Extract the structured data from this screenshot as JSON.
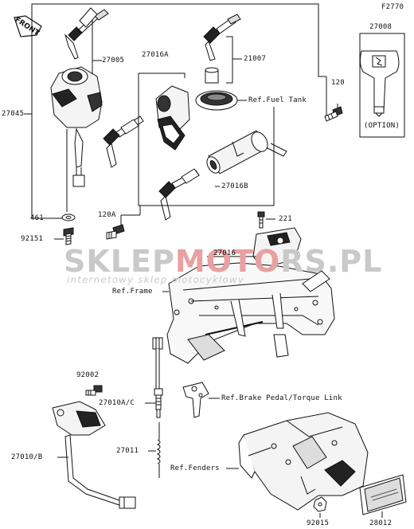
{
  "figure_code": "F2770",
  "front_label": "FRONT",
  "watermark": {
    "brand_part1": "SKLEP",
    "brand_part2": "MOTO",
    "brand_part3": "RS.PL",
    "tagline": "internetowy sklep motocyklowy"
  },
  "labels": {
    "p27005": "27005",
    "p27016a": "27016A",
    "p21007": "21007",
    "p27008": "27008",
    "option": "(OPTION)",
    "p27045": "27045",
    "ref_fuel_tank": "Ref.Fuel Tank",
    "p120": "120",
    "p27016b": "27016B",
    "p461": "461",
    "p120a": "120A",
    "p221": "221",
    "p92151": "92151",
    "p27016": "27016",
    "ref_frame": "Ref.Frame",
    "p92002": "92002",
    "p27010ac": "27010A/C",
    "ref_brake": "Ref.Brake Pedal/Torque Link",
    "p27011": "27011",
    "p27010b": "27010/B",
    "ref_fenders": "Ref.Fenders",
    "p92015": "92015",
    "p28012": "28012"
  }
}
